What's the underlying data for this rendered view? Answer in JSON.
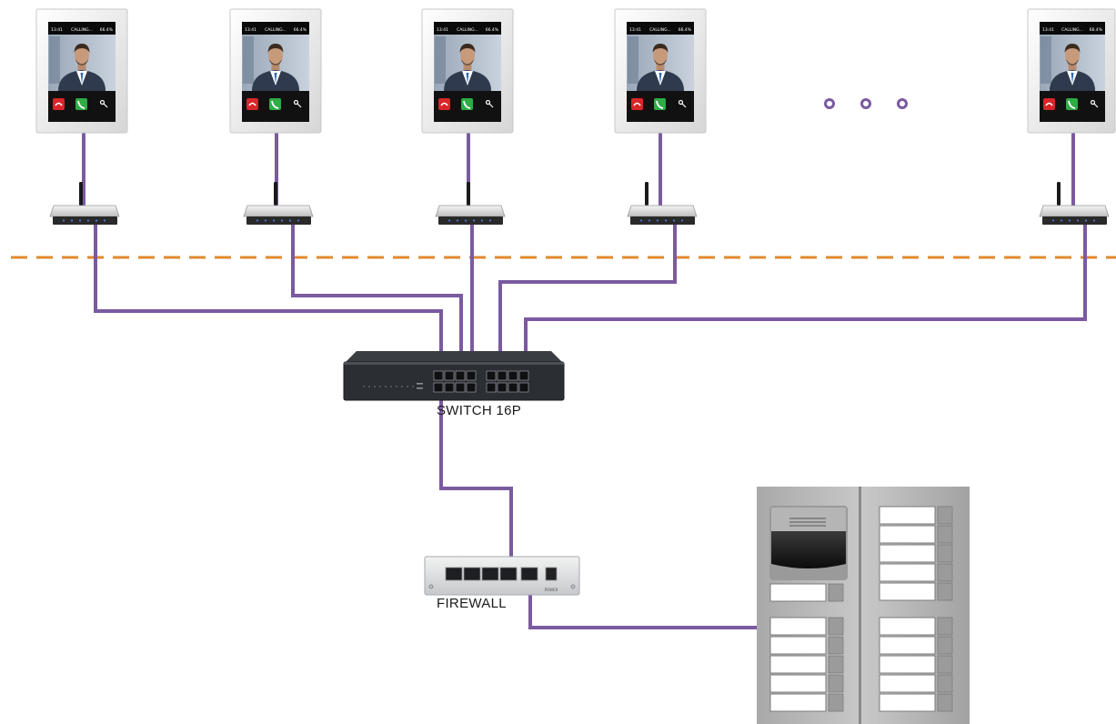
{
  "colors": {
    "cable": "#7b5aa0",
    "separator": "#e08a2e",
    "ellipsis": "#7b5aa0"
  },
  "monitors": [
    {
      "status_left": "13:41",
      "status_center": "CALLING...",
      "status_right": "66.4%",
      "buttons": [
        "hangup-icon",
        "answer-icon",
        "key-icon"
      ]
    },
    {
      "status_left": "13:41",
      "status_center": "CALLING...",
      "status_right": "66.4%",
      "buttons": [
        "hangup-icon",
        "answer-icon",
        "key-icon"
      ]
    },
    {
      "status_left": "13:41",
      "status_center": "CALLING...",
      "status_right": "66.4%",
      "buttons": [
        "hangup-icon",
        "answer-icon",
        "key-icon"
      ]
    },
    {
      "status_left": "13:41",
      "status_center": "CALLING...",
      "status_right": "66.4%",
      "buttons": [
        "hangup-icon",
        "answer-icon",
        "key-icon"
      ]
    },
    {
      "status_left": "13:41",
      "status_center": "CALLING...",
      "status_right": "66.4%",
      "buttons": [
        "hangup-icon",
        "answer-icon",
        "key-icon"
      ]
    }
  ],
  "switch": {
    "label": "SWITCH 16P"
  },
  "firewall": {
    "label": "FIREWALL",
    "power_label": "POWER"
  }
}
